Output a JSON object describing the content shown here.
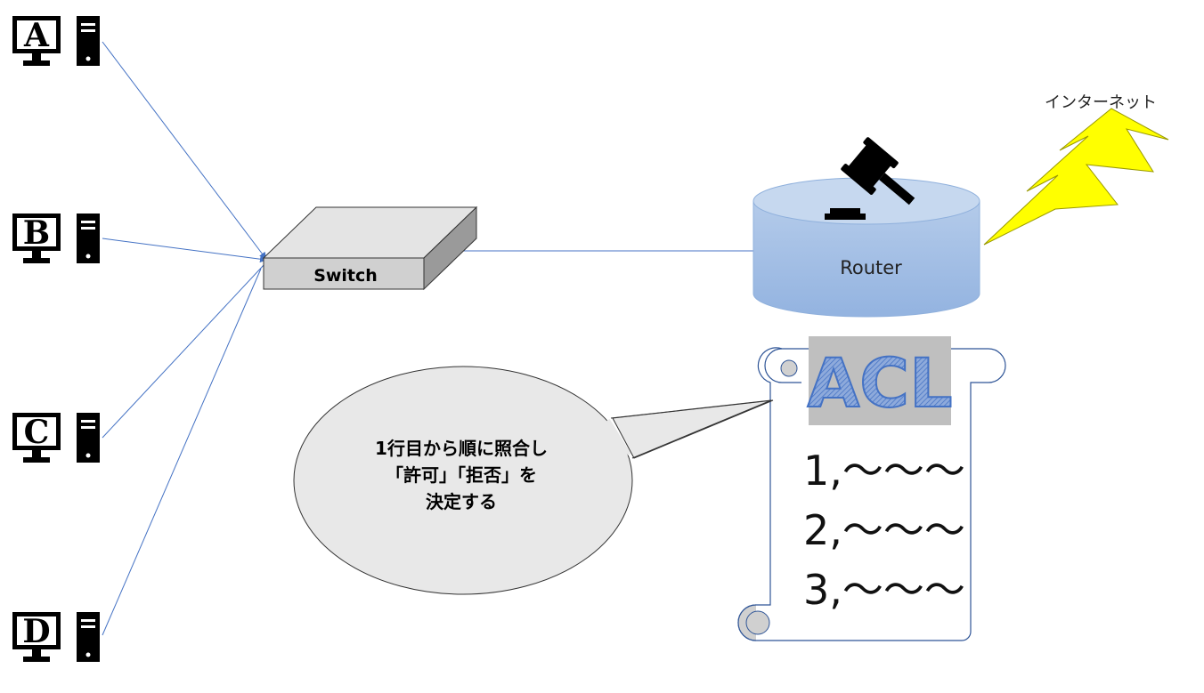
{
  "pcs": [
    {
      "id": "A",
      "label": "A"
    },
    {
      "id": "B",
      "label": "B"
    },
    {
      "id": "C",
      "label": "C"
    },
    {
      "id": "D",
      "label": "D"
    }
  ],
  "switch": {
    "label": "Switch"
  },
  "router": {
    "label": "Router"
  },
  "internet": {
    "label": "インターネット"
  },
  "acl": {
    "title": "ACL",
    "rules": [
      "1,～～～",
      "2,～～～",
      "3,～～～"
    ]
  },
  "callout": {
    "lines": [
      "1行目から順に照合し",
      "「許可」「拒否」を",
      "決定する"
    ]
  },
  "colors": {
    "link": "#4472c4",
    "router_fill": "#a9c4e6",
    "router_top": "#c6d8ef",
    "switch_fill": "#d0d0d0",
    "lightning": "#ffff00",
    "callout_fill": "#e8e8e8",
    "acl_title": "#4472c4"
  }
}
